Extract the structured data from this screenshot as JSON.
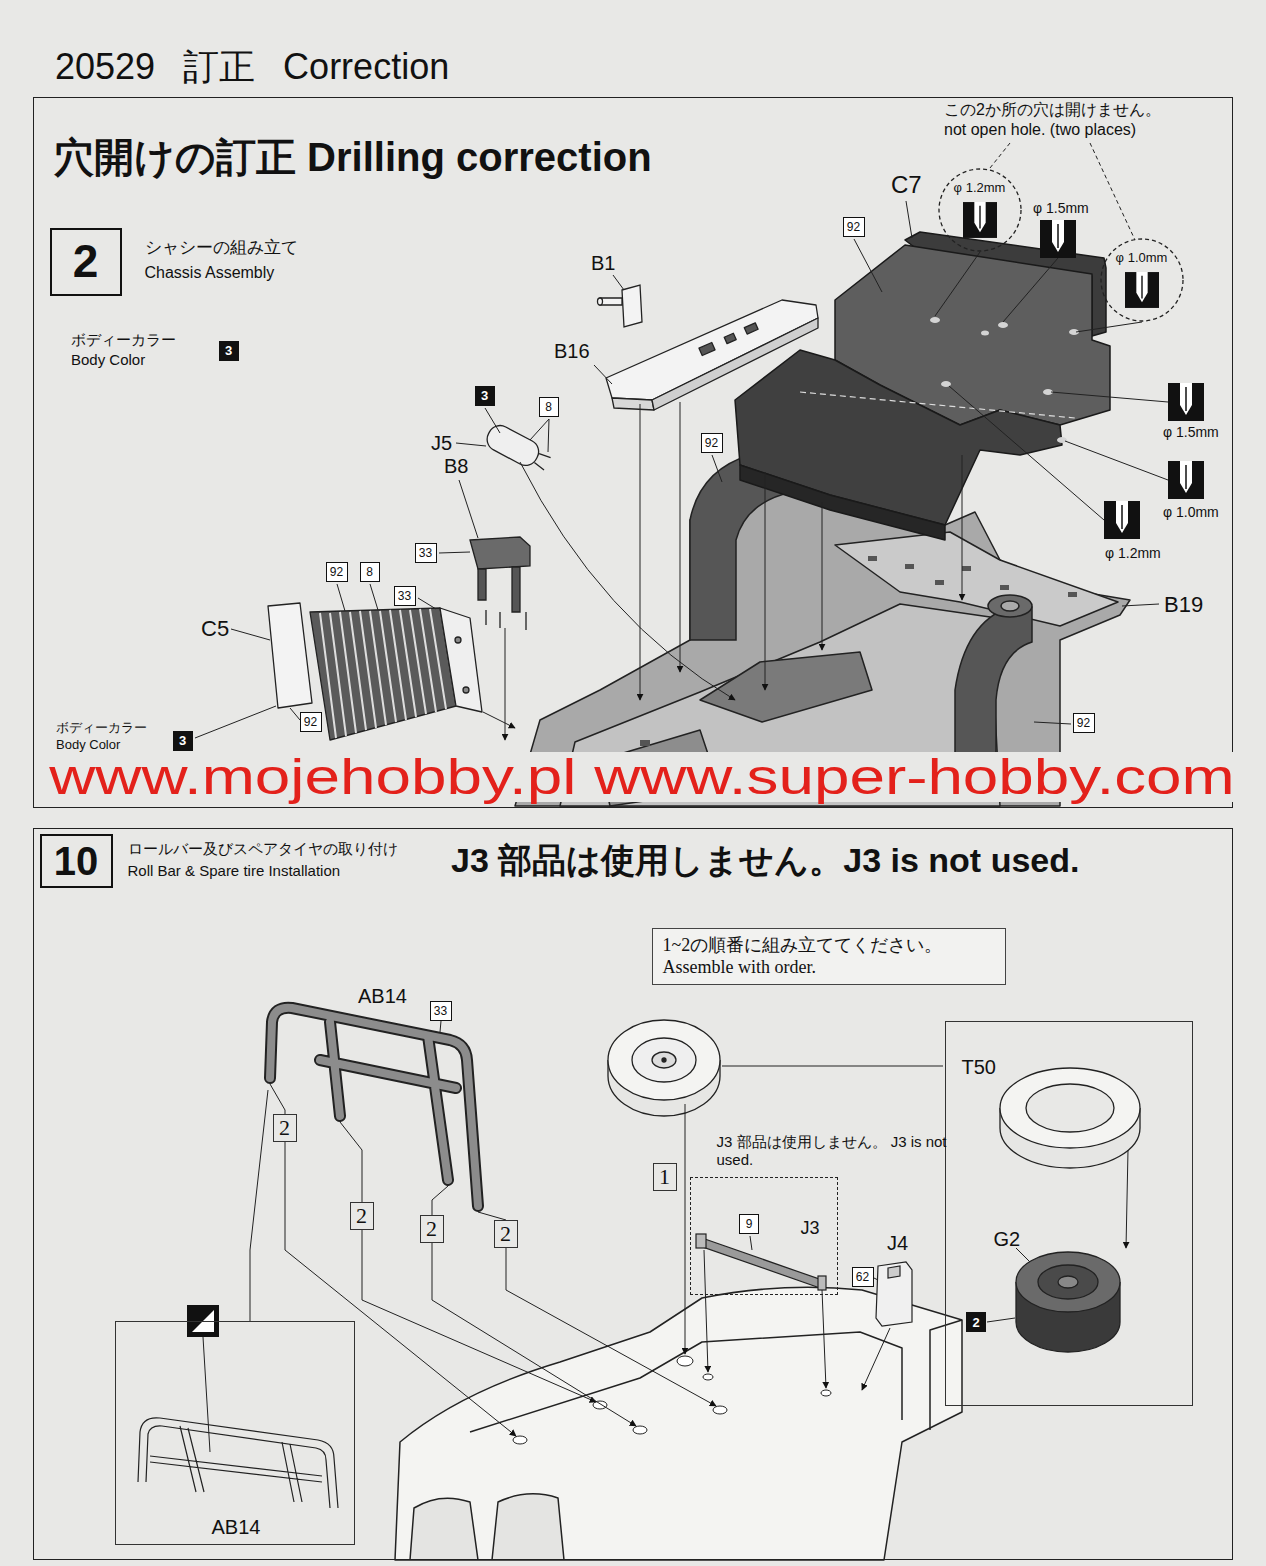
{
  "diagram": {
    "title": "20529 訂正 Correction",
    "nodes": [
      {
        "text": [
          "穴開けの訂正 Drilling correction"
        ]
      },
      {
        "text": [
          "2",
          "シャシーの組み立て",
          "Chassis Assembly"
        ],
        "in": 0
      },
      {
        "text": [
          "3"
        ],
        "in": 0
      },
      {
        "text": [
          "φ 1.2mm"
        ],
        "in": 0
      },
      {
        "text": [
          "φ 1.0mm"
        ],
        "in": 0
      },
      {
        "text": [
          "92"
        ],
        "in": 0
      },
      {
        "text": [
          "92"
        ],
        "in": 0
      },
      {
        "text": [
          "92"
        ],
        "in": 0
      },
      {
        "text": [
          "3"
        ],
        "in": 0
      },
      {
        "text": [
          "8"
        ],
        "in": 0
      },
      {
        "text": [
          "33"
        ],
        "in": 0
      },
      {
        "text": [
          "92"
        ],
        "in": 0
      },
      {
        "text": [
          "8"
        ],
        "in": 0
      },
      {
        "text": [
          "33"
        ],
        "in": 0
      },
      {
        "text": [
          "92"
        ],
        "in": 0
      },
      {
        "text": [
          "3"
        ],
        "in": 0
      },
      {
        "text": [
          "J3 部品は使用しません。J3 is not used."
        ]
      },
      {
        "text": [
          "10",
          "ロールバー及びスペアタイヤの取り付け",
          "Roll Bar & Spare tire Installation"
        ],
        "in": 16
      },
      {
        "text": [
          "1~2の順番に組み立ててください。 Assemble with order."
        ],
        "in": 16
      },
      {
        "text": [
          "J3 部品は使用しません。 J3 is not used.",
          "J3"
        ],
        "in": 16
      },
      {
        "text": [
          "9"
        ],
        "in": 19
      },
      {
        "text": [
          "33"
        ],
        "in": 16
      },
      {
        "text": [
          "62"
        ],
        "in": 16
      },
      {
        "text": [
          "2"
        ],
        "in": 16
      },
      {
        "text": [
          "2"
        ],
        "in": 16
      },
      {
        "text": [
          "2"
        ],
        "in": 16
      },
      {
        "text": [
          "2"
        ],
        "in": 16
      },
      {
        "text": [
          "1"
        ],
        "in": 16
      },
      {
        "text": [
          "T50",
          "G2"
        ],
        "in": 16
      },
      {
        "text": [
          "2"
        ],
        "in": 28
      },
      {
        "text": [
          "AB14"
        ],
        "in": 16
      }
    ],
    "labels": [
      "この2か所の穴は開けません。",
      "not open hole. (two places)",
      "C7",
      "φ 1.5mm",
      "B1",
      "B16",
      "ボディーカラー",
      "Body Color",
      "J5",
      "B8",
      "φ 1.5mm",
      "φ 1.0mm",
      "φ 1.2mm",
      "B19",
      "C5",
      "ボディーカラー",
      "Body Color",
      "www.mojehobby.pl www.super-hobby.com",
      "AB14",
      "J4"
    ]
  }
}
